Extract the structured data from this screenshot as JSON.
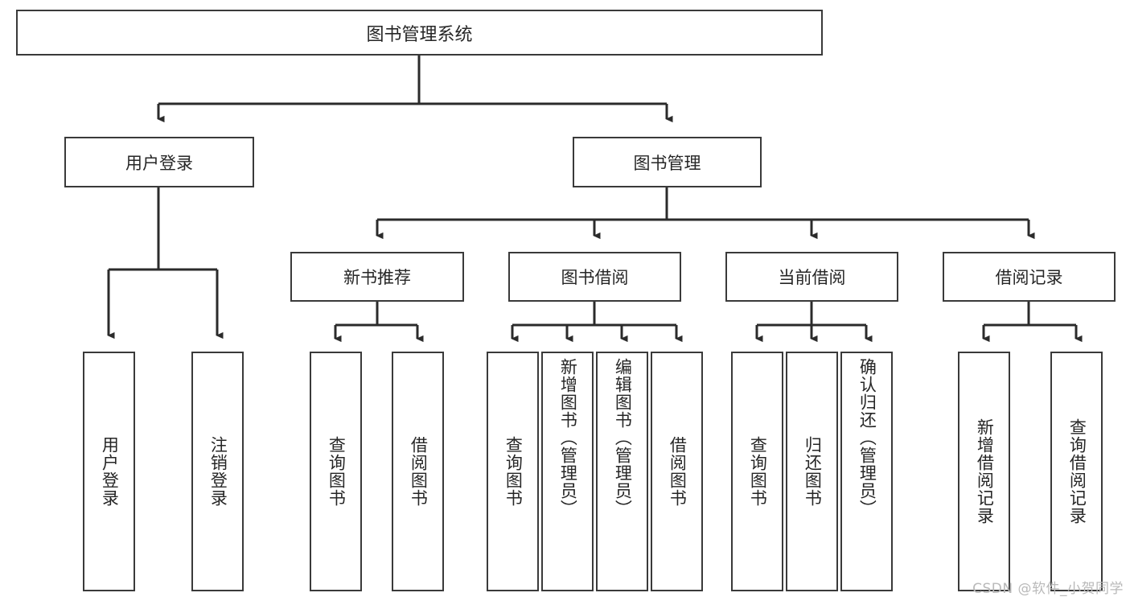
{
  "diagram": {
    "type": "tree",
    "title_text": "图书管理系统",
    "colors": {
      "box_border": "#3a3a3a",
      "text": "#262626",
      "background": "#ffffff",
      "connector": "#2b2b2b",
      "watermark": "#b9b9b9"
    },
    "root": {
      "label": "图书管理系统"
    },
    "level2": [
      {
        "label": "用户登录"
      },
      {
        "label": "图书管理"
      }
    ],
    "level3": [
      {
        "label": "新书推荐"
      },
      {
        "label": "图书借阅"
      },
      {
        "label": "当前借阅"
      },
      {
        "label": "借阅记录"
      }
    ],
    "leaves": {
      "user_login": [
        {
          "label": "用户登录"
        },
        {
          "label": "注销登录"
        }
      ],
      "new_book_recommend": [
        {
          "label": "查询图书"
        },
        {
          "label": "借阅图书"
        }
      ],
      "book_borrow": [
        {
          "label": "查询图书"
        },
        {
          "label": "新增图书（管理员）"
        },
        {
          "label": "编辑图书（管理员）"
        },
        {
          "label": "借阅图书"
        }
      ],
      "current_borrow": [
        {
          "label": "查询图书"
        },
        {
          "label": "归还图书"
        },
        {
          "label": "确认归还（管理员）"
        }
      ],
      "borrow_record": [
        {
          "label": "新增借阅记录"
        },
        {
          "label": "查询借阅记录"
        }
      ]
    }
  },
  "watermark": {
    "text": "CSDN @软件_小贺同学"
  }
}
